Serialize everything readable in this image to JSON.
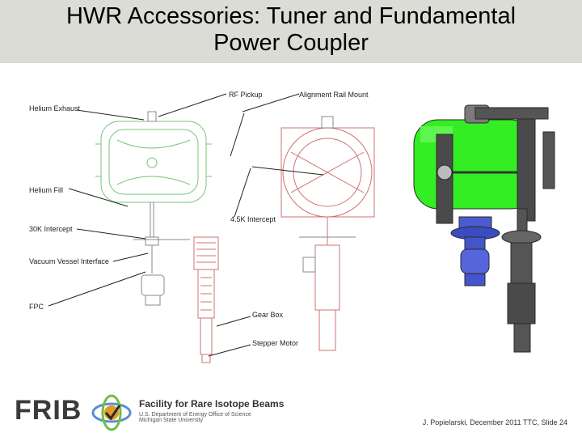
{
  "slide": {
    "title_line1": "HWR Accessories: Tuner and Fundamental",
    "title_line2": "Power Coupler"
  },
  "diagram": {
    "labels": {
      "helium_exhaust": "Helium Exhaust",
      "helium_fill": "Helium Fill",
      "intercept_30k": "30K Intercept",
      "vacuum_vessel_interface": "Vacuum Vessel Interface",
      "fpc": "FPC",
      "rf_pickup": "RF Pickup",
      "alignment_rail_mount": "Alignment Rail Mount",
      "intercept_45k": "4.5K Intercept",
      "gear_box": "Gear Box",
      "stepper_motor": "Stepper Motor"
    }
  },
  "footer": {
    "logo_text": "FRIB",
    "facility_name": "Facility for Rare Isotope Beams",
    "agency_line": "U.S. Department of Energy Office of Science",
    "university_line": "Michigan State University",
    "citation": "J. Popielarski, December 2011 TTC, Slide 24"
  },
  "colors": {
    "title_bar": "#dcdcd6",
    "cavity_green": "#33ee22",
    "drawing_red": "#d07070",
    "drawing_green": "#66cc66",
    "tuner_blue": "#4455cc"
  }
}
